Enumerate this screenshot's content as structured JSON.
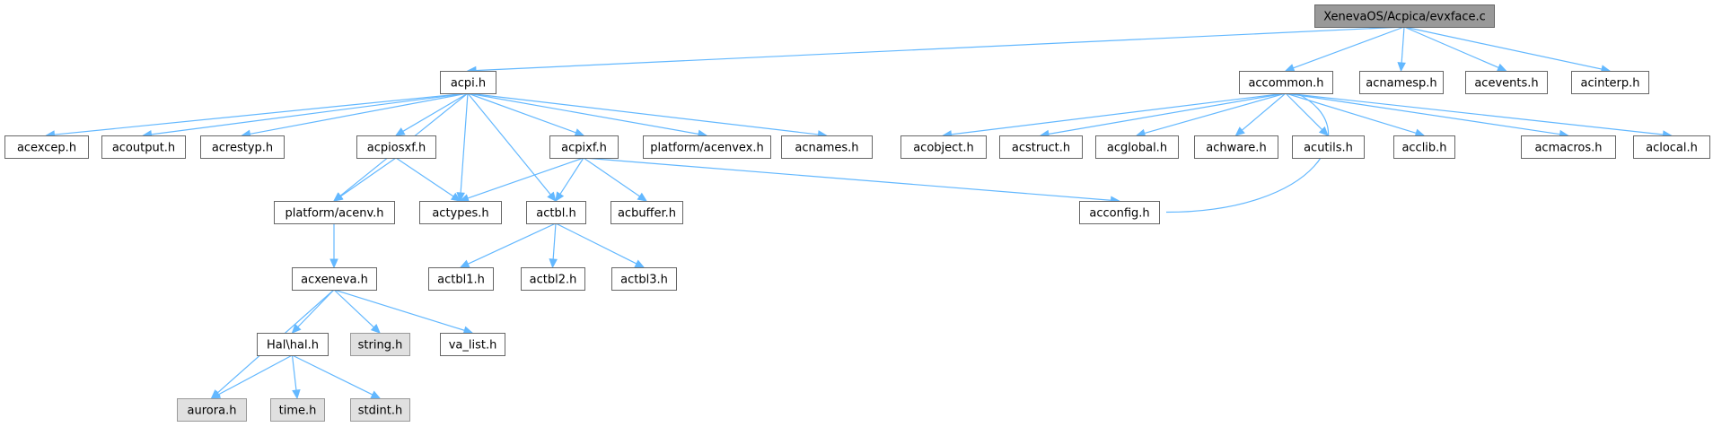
{
  "graph": {
    "root": "XenevaOS/Acpica/evxface.c",
    "nodes": [
      {
        "id": "root",
        "label": "XenevaOS/Acpica/evxface.c",
        "kind": "root",
        "name": "evxface-c-node"
      },
      {
        "id": "acpi",
        "label": "acpi.h",
        "name": "acpi-h-node"
      },
      {
        "id": "accommon",
        "label": "accommon.h",
        "name": "accommon-h-node"
      },
      {
        "id": "acnamesp",
        "label": "acnamesp.h",
        "name": "acnamesp-h-node"
      },
      {
        "id": "acevents",
        "label": "acevents.h",
        "name": "acevents-h-node"
      },
      {
        "id": "acinterp",
        "label": "acinterp.h",
        "name": "acinterp-h-node"
      },
      {
        "id": "acexcep",
        "label": "acexcep.h",
        "name": "acexcep-h-node"
      },
      {
        "id": "acoutput",
        "label": "acoutput.h",
        "name": "acoutput-h-node"
      },
      {
        "id": "acrestyp",
        "label": "acrestyp.h",
        "name": "acrestyp-h-node"
      },
      {
        "id": "acpiosxf",
        "label": "acpiosxf.h",
        "name": "acpiosxf-h-node"
      },
      {
        "id": "acpixf",
        "label": "acpixf.h",
        "name": "acpixf-h-node"
      },
      {
        "id": "acenvex",
        "label": "platform/acenvex.h",
        "name": "platform-acenvex-h-node"
      },
      {
        "id": "acnames",
        "label": "acnames.h",
        "name": "acnames-h-node"
      },
      {
        "id": "acobject",
        "label": "acobject.h",
        "name": "acobject-h-node"
      },
      {
        "id": "acstruct",
        "label": "acstruct.h",
        "name": "acstruct-h-node"
      },
      {
        "id": "acglobal",
        "label": "acglobal.h",
        "name": "acglobal-h-node"
      },
      {
        "id": "achware",
        "label": "achware.h",
        "name": "achware-h-node"
      },
      {
        "id": "acutils",
        "label": "acutils.h",
        "name": "acutils-h-node"
      },
      {
        "id": "acclib",
        "label": "acclib.h",
        "name": "acclib-h-node"
      },
      {
        "id": "acmacros",
        "label": "acmacros.h",
        "name": "acmacros-h-node"
      },
      {
        "id": "aclocal",
        "label": "aclocal.h",
        "name": "aclocal-h-node"
      },
      {
        "id": "acenv",
        "label": "platform/acenv.h",
        "name": "platform-acenv-h-node"
      },
      {
        "id": "actypes",
        "label": "actypes.h",
        "name": "actypes-h-node"
      },
      {
        "id": "actbl",
        "label": "actbl.h",
        "name": "actbl-h-node"
      },
      {
        "id": "acbuffer",
        "label": "acbuffer.h",
        "name": "acbuffer-h-node"
      },
      {
        "id": "acconfig",
        "label": "acconfig.h",
        "name": "acconfig-h-node"
      },
      {
        "id": "acxeneva",
        "label": "acxeneva.h",
        "name": "acxeneva-h-node"
      },
      {
        "id": "actbl1",
        "label": "actbl1.h",
        "name": "actbl1-h-node"
      },
      {
        "id": "actbl2",
        "label": "actbl2.h",
        "name": "actbl2-h-node"
      },
      {
        "id": "actbl3",
        "label": "actbl3.h",
        "name": "actbl3-h-node"
      },
      {
        "id": "hal",
        "label": "Hal\\hal.h",
        "name": "hal-h-node"
      },
      {
        "id": "string",
        "label": "string.h",
        "kind": "system",
        "name": "string-h-node"
      },
      {
        "id": "valist",
        "label": "va_list.h",
        "name": "va-list-h-node"
      },
      {
        "id": "aurora",
        "label": "aurora.h",
        "kind": "system",
        "name": "aurora-h-node"
      },
      {
        "id": "time",
        "label": "time.h",
        "kind": "system",
        "name": "time-h-node"
      },
      {
        "id": "stdint",
        "label": "stdint.h",
        "kind": "system",
        "name": "stdint-h-node"
      }
    ],
    "edges": [
      [
        "root",
        "acpi"
      ],
      [
        "root",
        "accommon"
      ],
      [
        "root",
        "acnamesp"
      ],
      [
        "root",
        "acevents"
      ],
      [
        "root",
        "acinterp"
      ],
      [
        "acpi",
        "acexcep"
      ],
      [
        "acpi",
        "acoutput"
      ],
      [
        "acpi",
        "acrestyp"
      ],
      [
        "acpi",
        "acpiosxf"
      ],
      [
        "acpi",
        "acpixf"
      ],
      [
        "acpi",
        "acenvex"
      ],
      [
        "acpi",
        "acnames"
      ],
      [
        "acpi",
        "acenv"
      ],
      [
        "acpi",
        "actypes"
      ],
      [
        "acpi",
        "actbl"
      ],
      [
        "acpiosxf",
        "acenv"
      ],
      [
        "acpiosxf",
        "actypes"
      ],
      [
        "acpixf",
        "actypes"
      ],
      [
        "acpixf",
        "actbl"
      ],
      [
        "acpixf",
        "acbuffer"
      ],
      [
        "acpixf",
        "acconfig"
      ],
      [
        "accommon",
        "acobject"
      ],
      [
        "accommon",
        "acstruct"
      ],
      [
        "accommon",
        "acglobal"
      ],
      [
        "accommon",
        "achware"
      ],
      [
        "accommon",
        "acutils"
      ],
      [
        "accommon",
        "acclib"
      ],
      [
        "accommon",
        "acmacros"
      ],
      [
        "accommon",
        "aclocal"
      ],
      [
        "accommon",
        "acconfig"
      ],
      [
        "acenv",
        "acxeneva"
      ],
      [
        "actbl",
        "actbl1"
      ],
      [
        "actbl",
        "actbl2"
      ],
      [
        "actbl",
        "actbl3"
      ],
      [
        "acxeneva",
        "aurora"
      ],
      [
        "acxeneva",
        "hal"
      ],
      [
        "acxeneva",
        "string"
      ],
      [
        "acxeneva",
        "valist"
      ],
      [
        "hal",
        "aurora"
      ],
      [
        "hal",
        "time"
      ],
      [
        "hal",
        "stdint"
      ]
    ]
  },
  "colors": {
    "edge": "#63b8ff",
    "node_border": "#666666",
    "root_fill": "#999999",
    "system_fill": "#e0e0e0"
  }
}
